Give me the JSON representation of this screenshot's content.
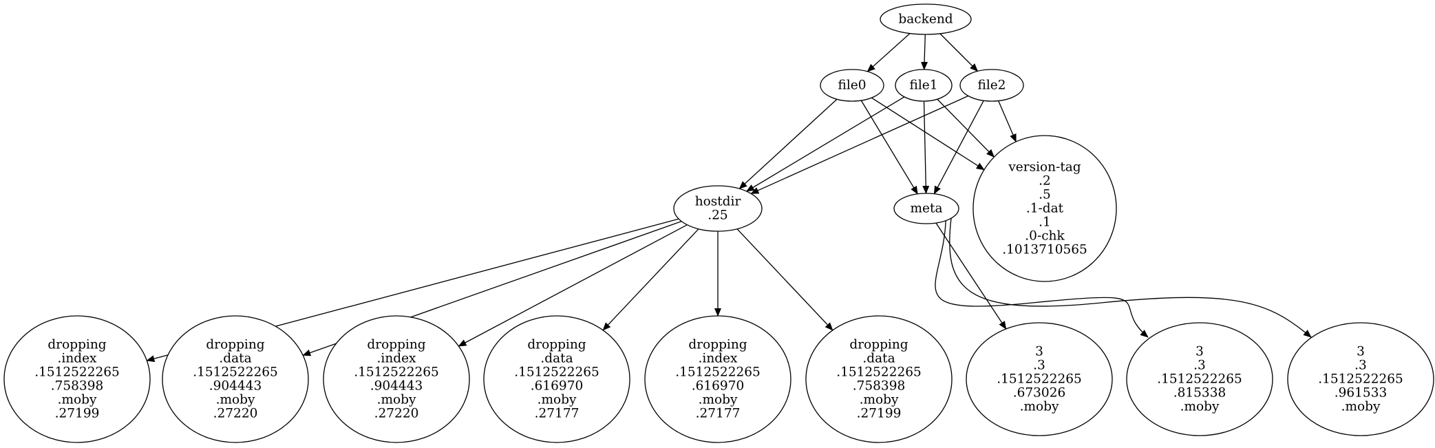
{
  "graph": {
    "nodes": [
      {
        "id": "backend",
        "lines": [
          "backend"
        ]
      },
      {
        "id": "file0",
        "lines": [
          "file0"
        ]
      },
      {
        "id": "file1",
        "lines": [
          "file1"
        ]
      },
      {
        "id": "file2",
        "lines": [
          "file2"
        ]
      },
      {
        "id": "hostdir",
        "lines": [
          "hostdir",
          ".25"
        ]
      },
      {
        "id": "meta",
        "lines": [
          "meta"
        ]
      },
      {
        "id": "version-tag",
        "lines": [
          "version-tag",
          ".2",
          ".5",
          ".1-dat",
          ".1",
          ".0-chk",
          ".1013710565"
        ]
      },
      {
        "id": "d1",
        "lines": [
          "dropping",
          ".index",
          ".1512522265",
          ".758398",
          ".moby",
          ".27199"
        ]
      },
      {
        "id": "d2",
        "lines": [
          "dropping",
          ".data",
          ".1512522265",
          ".904443",
          ".moby",
          ".27220"
        ]
      },
      {
        "id": "d3",
        "lines": [
          "dropping",
          ".index",
          ".1512522265",
          ".904443",
          ".moby",
          ".27220"
        ]
      },
      {
        "id": "d4",
        "lines": [
          "dropping",
          ".data",
          ".1512522265",
          ".616970",
          ".moby",
          ".27177"
        ]
      },
      {
        "id": "d5",
        "lines": [
          "dropping",
          ".index",
          ".1512522265",
          ".616970",
          ".moby",
          ".27177"
        ]
      },
      {
        "id": "d6",
        "lines": [
          "dropping",
          ".data",
          ".1512522265",
          ".758398",
          ".moby",
          ".27199"
        ]
      },
      {
        "id": "m1",
        "lines": [
          "3",
          ".3",
          ".1512522265",
          ".673026",
          ".moby"
        ]
      },
      {
        "id": "m2",
        "lines": [
          "3",
          ".3",
          ".1512522265",
          ".815338",
          ".moby"
        ]
      },
      {
        "id": "m3",
        "lines": [
          "3",
          ".3",
          ".1512522265",
          ".961533",
          ".moby"
        ]
      }
    ],
    "edges": [
      {
        "from": "backend",
        "to": "file0"
      },
      {
        "from": "backend",
        "to": "file1"
      },
      {
        "from": "backend",
        "to": "file2"
      },
      {
        "from": "file0",
        "to": "hostdir"
      },
      {
        "from": "file0",
        "to": "meta"
      },
      {
        "from": "file0",
        "to": "version-tag"
      },
      {
        "from": "file1",
        "to": "hostdir"
      },
      {
        "from": "file1",
        "to": "meta"
      },
      {
        "from": "file1",
        "to": "version-tag"
      },
      {
        "from": "file2",
        "to": "hostdir"
      },
      {
        "from": "file2",
        "to": "meta"
      },
      {
        "from": "file2",
        "to": "version-tag"
      },
      {
        "from": "hostdir",
        "to": "d1"
      },
      {
        "from": "hostdir",
        "to": "d2"
      },
      {
        "from": "hostdir",
        "to": "d3"
      },
      {
        "from": "hostdir",
        "to": "d4"
      },
      {
        "from": "hostdir",
        "to": "d5"
      },
      {
        "from": "hostdir",
        "to": "d6"
      },
      {
        "from": "meta",
        "to": "m1"
      },
      {
        "from": "meta",
        "to": "m2"
      },
      {
        "from": "meta",
        "to": "m3"
      }
    ]
  }
}
